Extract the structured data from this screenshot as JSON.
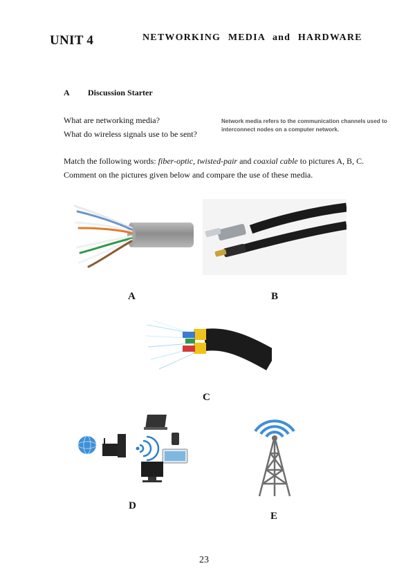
{
  "header": {
    "unit": "UNIT 4",
    "title": "NETWORKING MEDIA and HARDWARE"
  },
  "section": {
    "letter": "A",
    "title": "Discussion Starter"
  },
  "questions": [
    "What are networking media?",
    "What do wireless signals use to be sent?"
  ],
  "note": "Network media refers to the communication channels used to interconnect nodes on a computer network.",
  "instructions": {
    "match_prefix": "Match the following words: ",
    "term1": "fiber-optic",
    "sep1": ", ",
    "term2": "twisted-pair",
    "sep2": " and ",
    "term3": "coaxial cable",
    "match_suffix": " to pictures A, B, C.",
    "comment": "Comment on the pictures given below and compare the use of these media."
  },
  "labels": {
    "a": "A",
    "b": "B",
    "c": "C",
    "d": "D",
    "e": "E"
  },
  "page_number": "23"
}
